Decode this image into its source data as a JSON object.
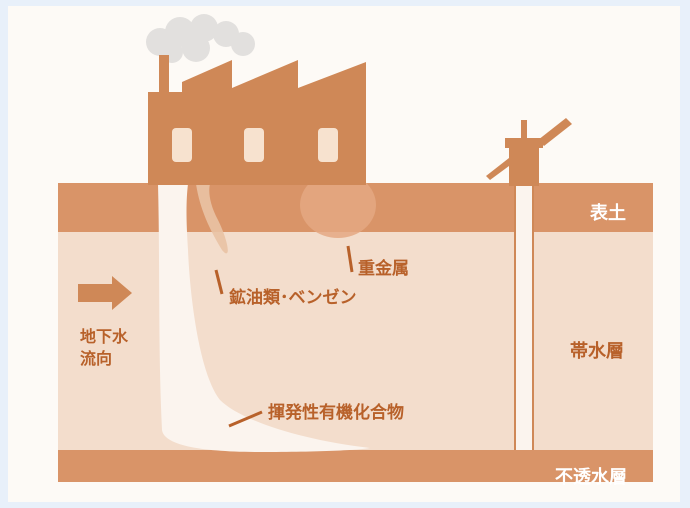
{
  "diagram": {
    "labels": {
      "surface_soil": "表土",
      "heavy_metals": "重金属",
      "mineral_oils_benzene": "鉱油類･ベンゼン",
      "groundwater_flow_line1": "地下水",
      "groundwater_flow_line2": "流向",
      "aquifer": "帯水層",
      "voc": "揮発性有機化合物",
      "aquiclude": "不透水層"
    },
    "colors": {
      "background": "#e8f0fa",
      "soil_dark": "#d99468",
      "aquifer_fill": "#f3ddcc",
      "factory": "#cf8857",
      "window": "#f7e2cf",
      "text_brown": "#b8612a",
      "text_white": "#ffffff"
    },
    "icons": [
      "factory-icon",
      "smoke-cloud-icon",
      "hand-pump-icon",
      "arrow-right-icon"
    ]
  }
}
